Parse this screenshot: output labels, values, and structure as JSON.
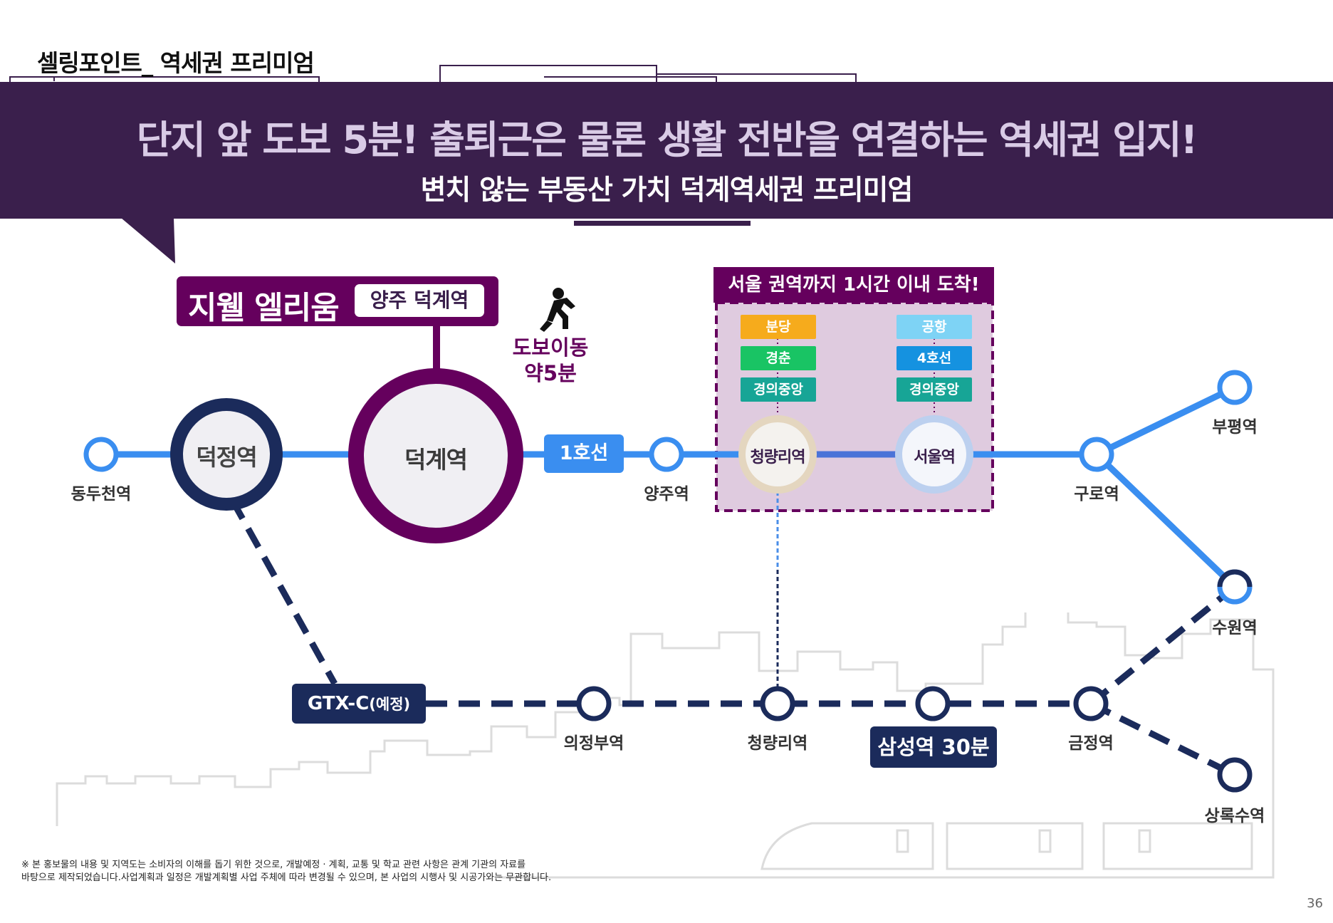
{
  "header": {
    "section_title": "셀링포인트_ 역세권 프리미엄",
    "headline": "단지 앞 도보 5분! 출퇴근은 물론 생활 전반을 연결하는 역세권 입지!",
    "subline": "변치 않는 부동산 가치 덕계역세권 프리미엄"
  },
  "complex": {
    "name": "지웰 엘리움",
    "location": "양주 덕계역"
  },
  "walk": {
    "line1": "도보이동",
    "line2": "약5분"
  },
  "seoul_zone": {
    "title": "서울 권역까지 1시간 이내 도착!",
    "cheongnyangni_lines": [
      "분당",
      "경춘",
      "경의중앙"
    ],
    "seoul_lines": [
      "공항",
      "4호선",
      "경의중앙"
    ]
  },
  "line1": {
    "badge": "1호선",
    "stations": {
      "dongducheon": "동두천역",
      "deokjeong": "덕정역",
      "deokgye": "덕계역",
      "yangju": "양주역",
      "cheongnyangni": "청량리역",
      "seoul": "서울역",
      "guro": "구로역",
      "bupyeong": "부평역",
      "suwon": "수원역"
    }
  },
  "gtx": {
    "badge_main": "GTX-C",
    "badge_sub": "(예정)",
    "stations": {
      "uijeongbu": "의정부역",
      "cheongnyangni": "청량리역",
      "geumjeong": "금정역",
      "sangroksu": "상록수역"
    },
    "samsung_badge": "삼성역 30분"
  },
  "colors": {
    "banner": "#3a1f4c",
    "purple": "#65005d",
    "line1_blue": "#3a8ef0",
    "gtx_navy": "#1b2b5b",
    "bundang": "#f6ab1c",
    "gyeongchun": "#19c464",
    "gyeongui": "#17a596",
    "airport": "#7ed3f5",
    "line4": "#1592e0"
  },
  "footer": {
    "disclaimer_line1": "※ 본 홍보물의 내용 및 지역도는 소비자의 이해를 돕기 위한 것으로, 개발예정 · 계획, 교통 및 학교 관련 사항은 관계 기관의 자료를",
    "disclaimer_line2": "바탕으로 제작되었습니다.사업계획과 일정은 개발계획별 사업 주체에 따라 변경될 수 있으며, 본 사업의 시행사 및 시공가와는 무관합니다.",
    "page_number": "36"
  }
}
